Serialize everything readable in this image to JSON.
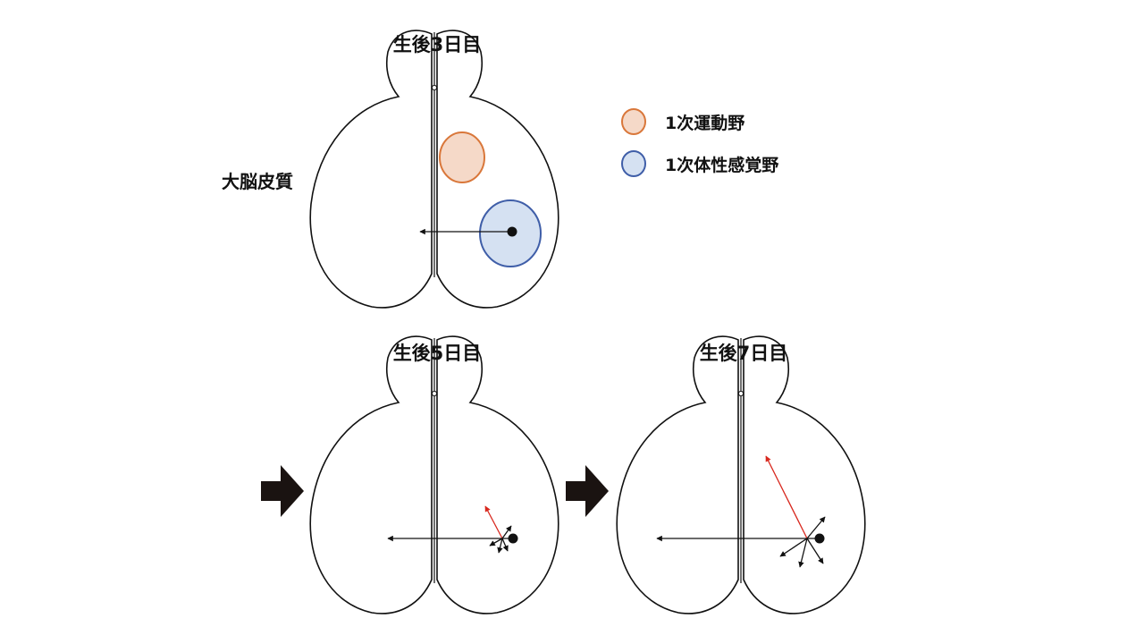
{
  "panels": {
    "day3": {
      "title": "生後3日目"
    },
    "day5": {
      "title": "生後5日目"
    },
    "day7": {
      "title": "生後7日目"
    }
  },
  "cortex_label": "大脳皮質",
  "legend": [
    {
      "label": "1次運動野",
      "fill": "#f5d9c8",
      "stroke": "#d9773a"
    },
    {
      "label": "1次体性感覚野",
      "fill": "#d5e1f2",
      "stroke": "#3f5ea8"
    }
  ],
  "colors": {
    "outline": "#111111",
    "arrow": "#111111",
    "red_arrow": "#d8281e"
  },
  "icons": [
    "right-arrow-icon",
    "right-arrow-icon"
  ]
}
